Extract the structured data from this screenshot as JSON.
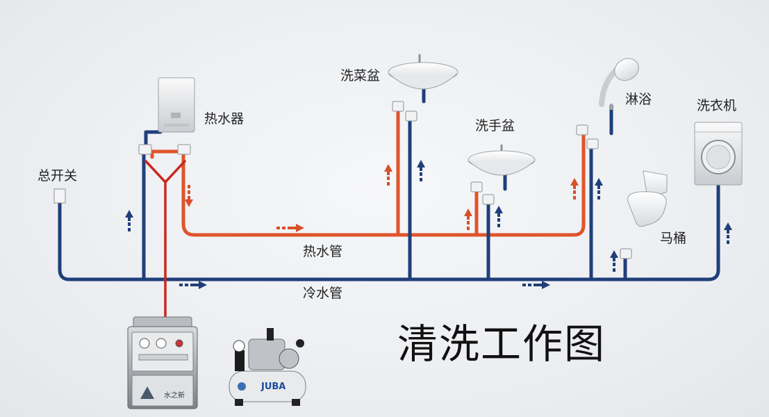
{
  "title": "清洗工作图",
  "labels": {
    "main_switch": "总开关",
    "water_heater": "热水器",
    "veg_basin": "洗菜盆",
    "hand_basin": "洗手盆",
    "shower": "淋浴",
    "washing_machine": "洗衣机",
    "toilet": "马桶",
    "hot_pipe": "热水管",
    "cold_pipe": "冷水管"
  },
  "device_text": {
    "cleaner_brand": "水之新",
    "compressor_brand": "JUBA"
  },
  "colors": {
    "cold": "#1f3f7a",
    "hot": "#e0542a",
    "feed": "#c8281e"
  }
}
